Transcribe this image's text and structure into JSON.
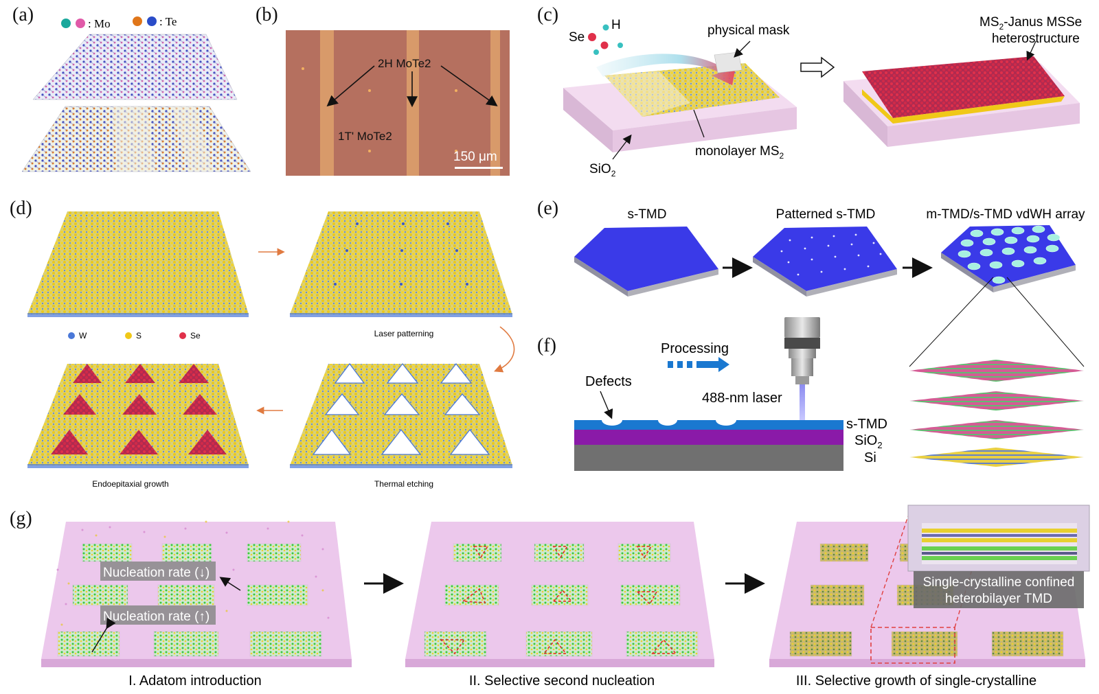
{
  "panels": {
    "a": {
      "label": "(a)",
      "legend_mo": ": Mo",
      "legend_te": ": Te"
    },
    "b": {
      "label": "(b)",
      "phase_2h": "2H MoTe2",
      "phase_1t": "1T' MoTe2",
      "scale_bar": "150 μm"
    },
    "c": {
      "label": "(c)",
      "se": "Se",
      "h": "H",
      "mask": "physical mask",
      "monolayer": "monolayer MS",
      "monolayer_sub": "2",
      "substrate": "SiO",
      "substrate_sub": "2",
      "hetero_line1_pre": "MS",
      "hetero_line1_sub": "2",
      "hetero_line1_post": "-Janus MSSe",
      "hetero_line2": "heterostructure"
    },
    "d": {
      "label": "(d)",
      "legend_w": "W",
      "legend_s": "S",
      "legend_se": "Se",
      "step_laser": "Laser patterning",
      "step_etch": "Thermal etching",
      "step_growth": "Endoepitaxial growth"
    },
    "e": {
      "label": "(e)",
      "title1": "s-TMD",
      "title2": "Patterned s-TMD",
      "title3": "m-TMD/s-TMD vdWH array"
    },
    "f": {
      "label": "(f)",
      "processing": "Processing",
      "defects": "Defects",
      "laser": "488-nm laser",
      "layer_tmd": "s-TMD",
      "layer_sio2": "SiO",
      "layer_sio2_sub": "2",
      "layer_si": "Si"
    },
    "g": {
      "label": "(g)",
      "rate_down": "Nucleation rate (↓)",
      "rate_up": "Nucleation rate (↑)",
      "inset_line1": "Single-crystalline confined",
      "inset_line2": "heterobilayer TMD",
      "step1": "I. Adatom introduction",
      "step2": "II. Selective second nucleation",
      "step3": "III. Selective growth of single-crystalline"
    }
  },
  "colors": {
    "mo_teal": "#1aa89c",
    "mo_pink": "#e05aa8",
    "te_orange": "#e0761a",
    "te_blue": "#2a4cc8",
    "se_red": "#e0304a",
    "s_yellow": "#f0c818",
    "w_blue": "#4a78d8",
    "substrate_pink": "#ecd2ec",
    "microscope_bg": "#b5705f",
    "stripe": "#d89a6a",
    "tmd_blue": "#3a3ae8",
    "layer_tmd": "#1a78d0",
    "layer_sio2": "#8a1aa8",
    "layer_si": "#707070",
    "mask_pink": "#f0c8ec",
    "triangle_red": "#d04060"
  }
}
